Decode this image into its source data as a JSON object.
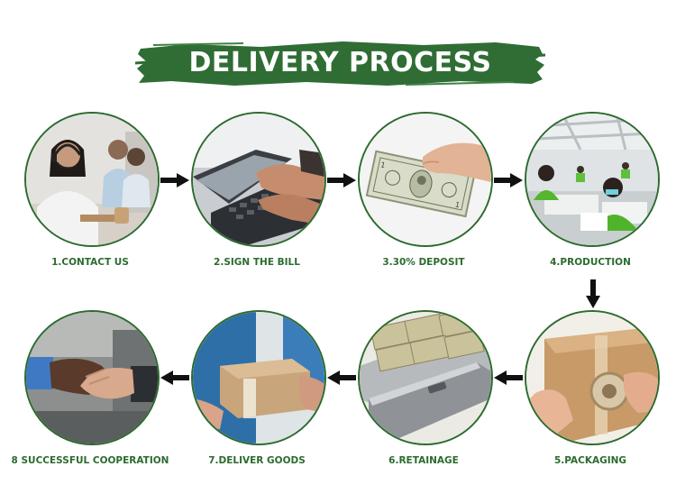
{
  "title": "DELIVERY PROCESS",
  "colors": {
    "brand_green": "#2c6b2e",
    "banner_green": "#2f6d34",
    "arrow": "#111111"
  },
  "steps": [
    {
      "label": "1.CONTACT US",
      "icon": "call-center-image"
    },
    {
      "label": "2.SIGN THE BILL",
      "icon": "laptop-typing-image"
    },
    {
      "label": "3.30% DEPOSIT",
      "icon": "dollar-bill-image"
    },
    {
      "label": "4.PRODUCTION",
      "icon": "factory-workers-image"
    },
    {
      "label": "5.PACKAGING",
      "icon": "taping-box-image"
    },
    {
      "label": "6.RETAINAGE",
      "icon": "money-case-image"
    },
    {
      "label": "7.DELIVER GOODS",
      "icon": "box-handover-image"
    },
    {
      "label": "8 SUCCESSFUL COOPERATION",
      "icon": "handshake-image"
    }
  ]
}
